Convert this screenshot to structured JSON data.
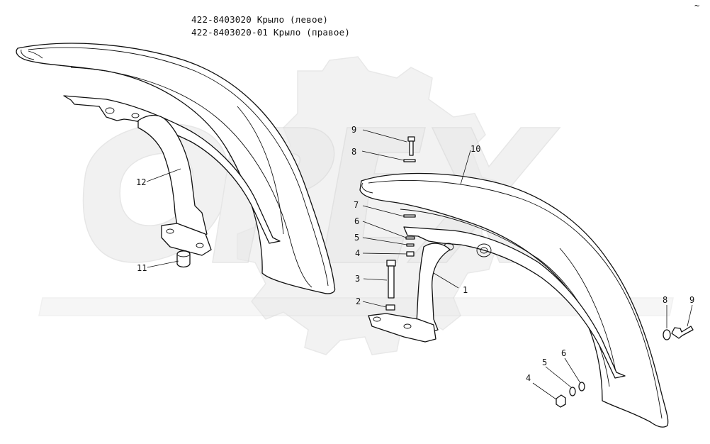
{
  "title": {
    "line1": "422-8403020 Крыло (левое)",
    "line2": "422-8403020-01 Крыло (правое)"
  },
  "watermark": {
    "text": "OPEX",
    "color": "#e6e6e6"
  },
  "callouts": {
    "c1": "1",
    "c2": "2",
    "c3": "3",
    "c4a": "4",
    "c4b": "4",
    "c5a": "5",
    "c5b": "5",
    "c6a": "6",
    "c6b": "6",
    "c7": "7",
    "c8a": "8",
    "c8b": "8",
    "c9a": "9",
    "c9b": "9",
    "c10": "10",
    "c11": "11",
    "c12": "12"
  },
  "corner_mark": "~"
}
